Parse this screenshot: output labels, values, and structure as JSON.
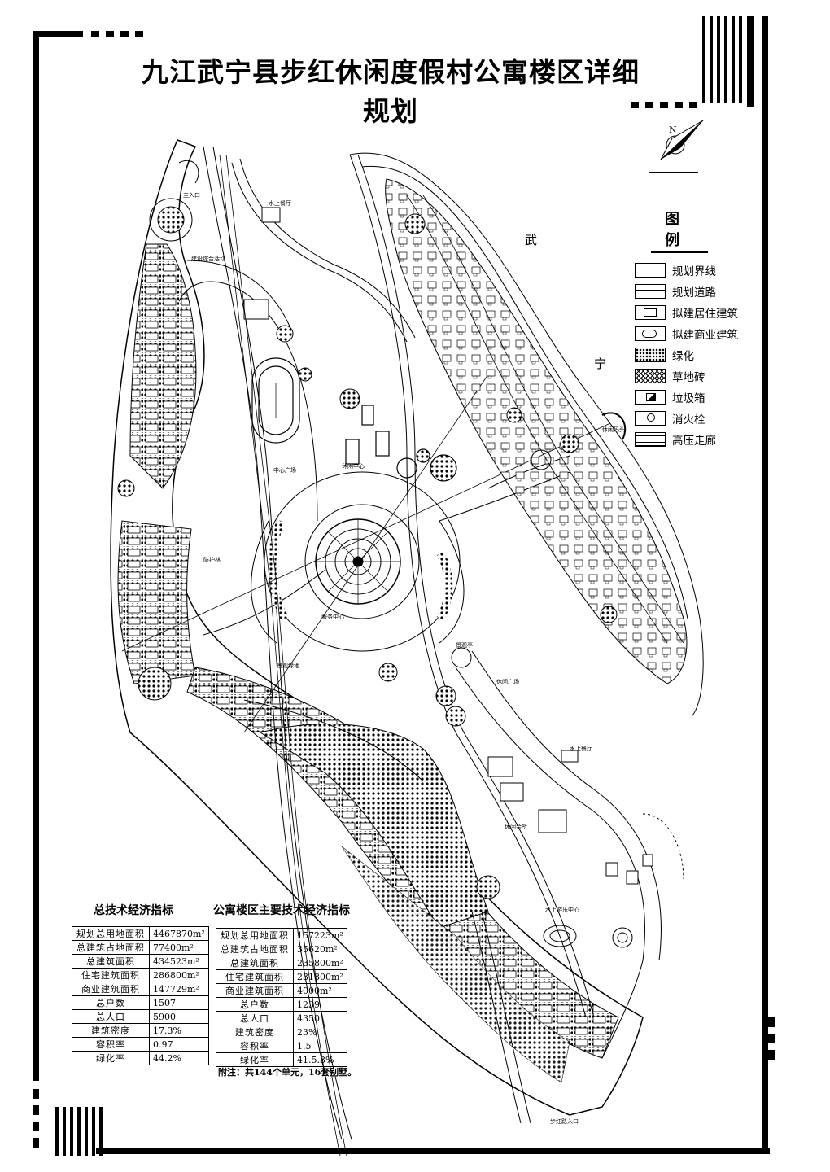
{
  "title": "九江武宁县步红休闲度假村公寓楼区详细规划",
  "compass_letter": "N",
  "map_text": {
    "wu": "武",
    "ning": "宁"
  },
  "legend": {
    "title": "图 例",
    "items": [
      {
        "label": "规划界线",
        "icon": "boundary-line"
      },
      {
        "label": "规划道路",
        "icon": "road"
      },
      {
        "label": "拟建居住建筑",
        "icon": "residential-building"
      },
      {
        "label": "拟建商业建筑",
        "icon": "commercial-building"
      },
      {
        "label": "绿化",
        "icon": "greenery"
      },
      {
        "label": "草地砖",
        "icon": "grass-brick"
      },
      {
        "label": "垃圾箱",
        "icon": "trash-bin"
      },
      {
        "label": "消火栓",
        "icon": "fire-hydrant"
      },
      {
        "label": "高压走廊",
        "icon": "high-voltage-corridor"
      }
    ]
  },
  "overall_indicators": {
    "title": "总技术经济指标",
    "rows": [
      {
        "key": "规划总用地面积",
        "value": "4467870m²"
      },
      {
        "key": "总建筑占地面积",
        "value": "77400m²"
      },
      {
        "key": "总建筑面积",
        "value": "434523m²"
      },
      {
        "key": "住宅建筑面积",
        "value": "286800m²"
      },
      {
        "key": "商业建筑面积",
        "value": "147729m²"
      },
      {
        "key": "总户数",
        "value": "1507"
      },
      {
        "key": "总人口",
        "value": "5900"
      },
      {
        "key": "建筑密度",
        "value": "17.3%"
      },
      {
        "key": "容积率",
        "value": "0.97"
      },
      {
        "key": "绿化率",
        "value": "44.2%"
      }
    ]
  },
  "apartment_indicators": {
    "title": "公寓楼区主要技术经济指标",
    "rows": [
      {
        "key": "规划总用地面积",
        "value": "157223m²"
      },
      {
        "key": "总建筑占地面积",
        "value": "35620m²"
      },
      {
        "key": "总建筑面积",
        "value": "235800m²"
      },
      {
        "key": "住宅建筑面积",
        "value": "231800m²"
      },
      {
        "key": "商业建筑面积",
        "value": "4000m²"
      },
      {
        "key": "总户数",
        "value": "1239"
      },
      {
        "key": "总人口",
        "value": "4350"
      },
      {
        "key": "建筑密度",
        "value": "23%"
      },
      {
        "key": "容积率",
        "value": "1.5"
      },
      {
        "key": "绿化率",
        "value": "41.5.3%"
      }
    ],
    "note": "附注：共144个单元，16套别墅。"
  }
}
